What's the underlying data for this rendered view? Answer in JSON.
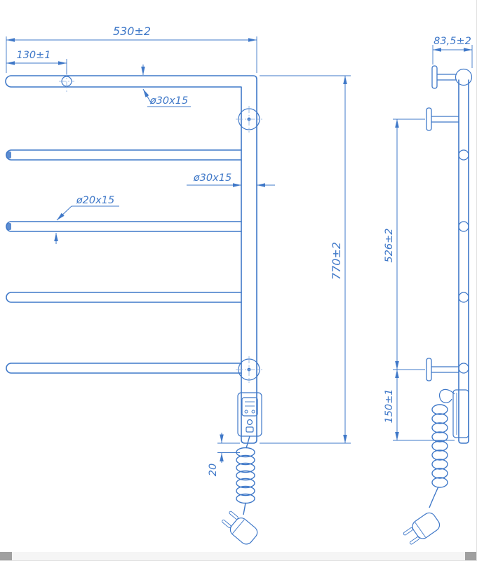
{
  "drawing_type": "towel-rail-technical-drawing",
  "colors": {
    "line": "#3f78c8",
    "background": "#ffffff",
    "footer_gray": "#a0a0a0"
  },
  "front_view": {
    "width_total": "530±2",
    "hole_offset": "130±1",
    "tube_top_callout": "ø30x15",
    "tube_post_callout": "ø30x15",
    "tube_rail_callout": "ø20x15",
    "height_total": "770±2",
    "cable_offset": "20"
  },
  "side_view": {
    "depth_total": "83,5±2",
    "bracket_span": "526±2",
    "bottom_bracket_offset": "150±1"
  }
}
